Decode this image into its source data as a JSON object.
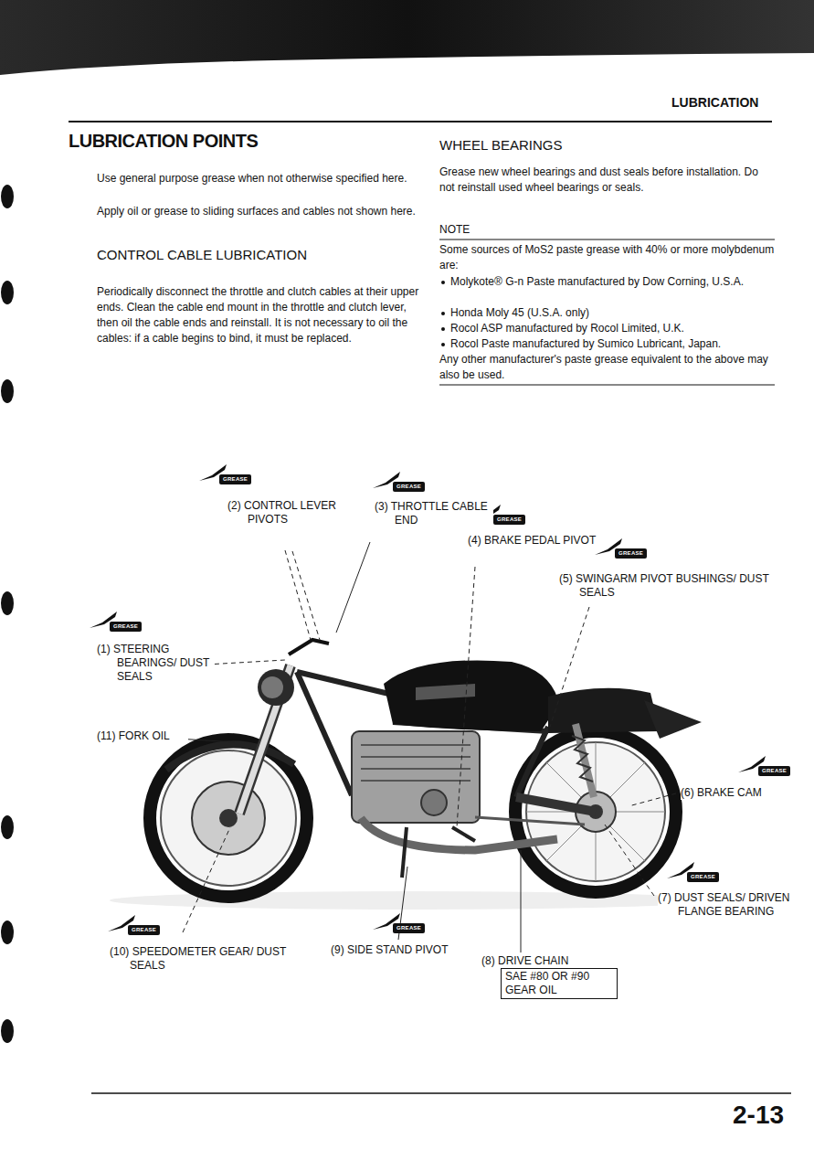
{
  "diagram": {
    "title": "LUBRICATION POINTS",
    "nodes": [
      {
        "text": [
          "(8) DRIVE CHAIN",
          "SAE #80 OR #90 GEAR OIL"
        ]
      }
    ],
    "labels": [
      "LUBRICATION",
      "Use general purpose grease when not otherwise specified here.",
      "Apply oil or grease to sliding surfaces and cables not shown here.",
      "CONTROL CABLE LUBRICATION",
      "Periodically disconnect the throttle and clutch cables at their upper ends. Clean the cable end mount in the throttle and clutch lever, then oil the cable ends and reinstall. It is not necessary to oil the cables: if a cable begins to bind, it must be replaced.",
      "WHEEL BEARINGS",
      "Grease new wheel bearings and dust seals before installation. Do not reinstall used wheel bearings or seals.",
      "NOTE",
      "Some sources of MoS2 paste grease with 40% or more molybdenum are:",
      "Molykote® G-n Paste manufactured by Dow Corning, U.S.A.",
      "Honda Moly 45 (U.S.A. only)",
      "Rocol ASP manufactured by Rocol Limited, U.K.",
      "Rocol Paste manufactured by Sumico Lubricant, Japan.",
      "Any other manufacturer's paste grease equivalent to the above may also be used.",
      "GREASE",
      "(2) CONTROL LEVER PIVOTS",
      "GREASE",
      "(3) THROTTLE CABLE END",
      "GREASE",
      "(4) BRAKE PEDAL PIVOT",
      "GREASE",
      "(5) SWINGARM PIVOT BUSHINGS/ DUST SEALS",
      "GREASE",
      "(1) STEERING BEARINGS/ DUST SEALS",
      "(11) FORK OIL",
      "GREASE",
      "(6) BRAKE CAM",
      "GREASE",
      "(7) DUST SEALS/ DRIVEN FLANGE BEARING",
      "GREASE",
      "(10) SPEEDOMETER GEAR/ DUST SEALS",
      "GREASE",
      "(9) SIDE STAND PIVOT",
      "2-13"
    ]
  }
}
